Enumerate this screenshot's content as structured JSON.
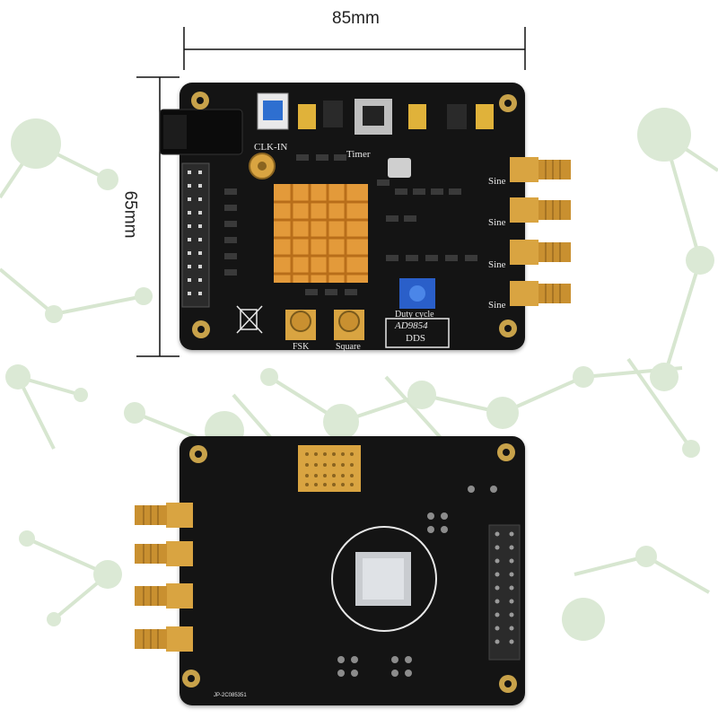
{
  "dimensions": {
    "width_label": "85mm",
    "height_label": "65mm"
  },
  "front_board": {
    "labels": {
      "clk_in": "CLK-IN",
      "timer": "Timer",
      "sine_outputs": [
        "Sine",
        "Sine",
        "Sine",
        "Sine"
      ],
      "fsk": "FSK",
      "square": "Square",
      "duty_cycle": "Duty cycle",
      "model_line1": "AD9854",
      "model_line2": "DDS"
    }
  },
  "back_board": {
    "serial": "JP-2C085351"
  },
  "colors": {
    "pcb": "#141414",
    "heatsink": "#e39a3a",
    "connector_gold": "#d9a441",
    "network_green": "#cfe3c6",
    "network_line": "#d6e6cf"
  }
}
